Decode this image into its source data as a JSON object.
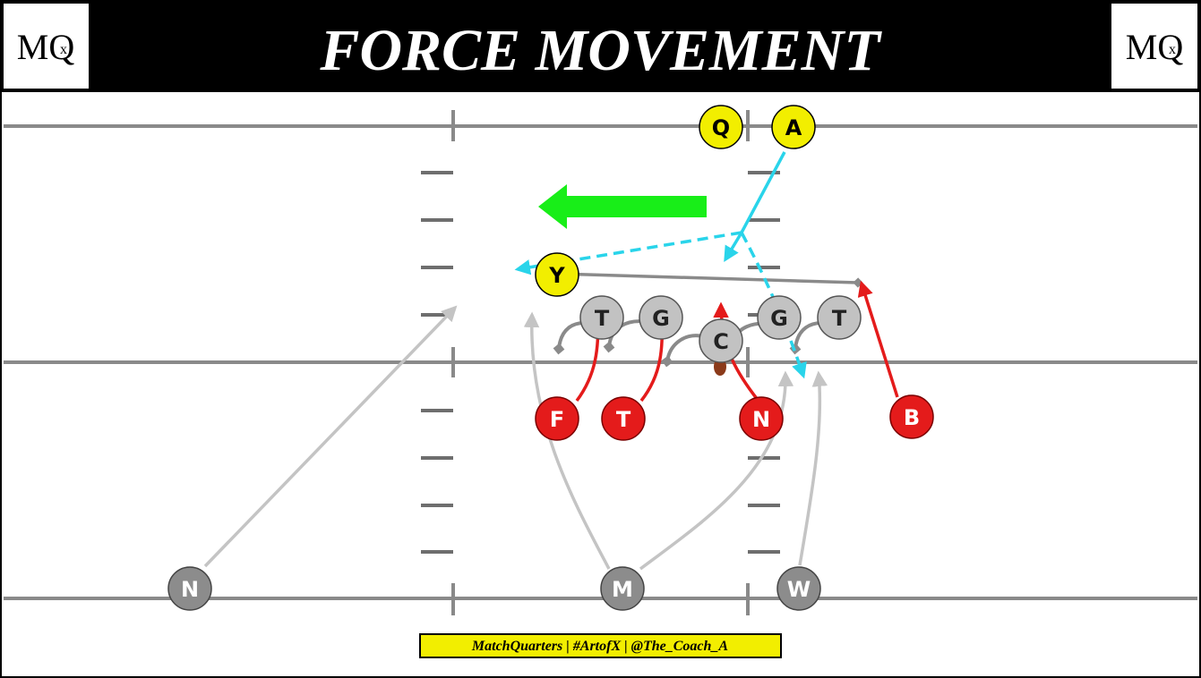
{
  "header": {
    "title": "FORCE MOVEMENT",
    "logo_left": "MQ",
    "logo_left_mark": "x",
    "logo_right": "MQ",
    "logo_right_mark": "x"
  },
  "footer": {
    "credit": "MatchQuarters | #ArtofX | @The_Coach_A"
  },
  "colors": {
    "header_bg": "#000000",
    "field_line": "#8a8a8a",
    "offense_fill": "#f2ee00",
    "defense_front_fill": "#e41b1b",
    "offensive_line_fill": "#c2c2c2",
    "back_seven_fill": "#8c8c8c",
    "pass_route": "#29d4ea",
    "block_line": "#8a8a8a",
    "rush_line": "#e41b1b",
    "drop_line": "#c4c4c4",
    "movement_arrow": "#18ee18",
    "footer_bg": "#f2ee00"
  },
  "icons": {
    "movement": "left-arrow-icon",
    "football": "football-icon"
  },
  "players": {
    "quarterback": "Q",
    "running_back": "A",
    "tight_end": "Y",
    "left_tackle": "T",
    "left_guard": "G",
    "center": "C",
    "right_guard": "G",
    "right_tackle": "T",
    "defensive_end_left": "F",
    "defensive_tackle": "T",
    "nose": "N",
    "defensive_end_right": "B",
    "linebacker_n": "N",
    "linebacker_m": "M",
    "linebacker_w": "W"
  }
}
